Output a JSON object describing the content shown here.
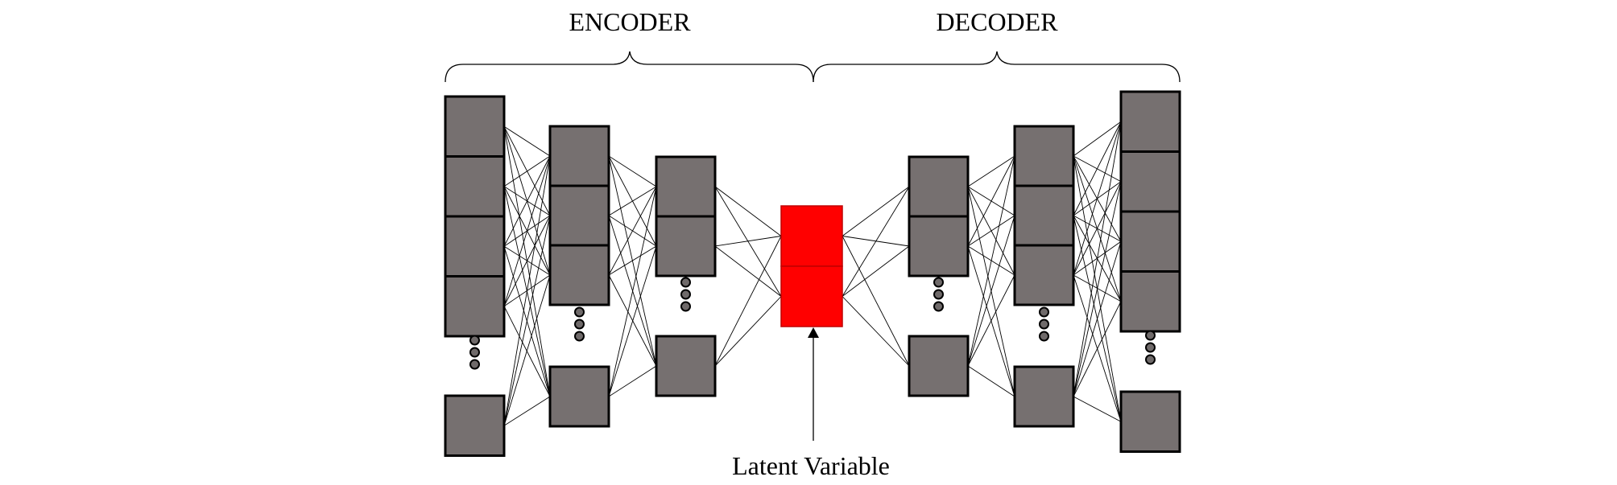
{
  "labels": {
    "encoder": "ENCODER",
    "decoder": "DECODER",
    "latent": "Latent Variable"
  },
  "colors": {
    "neuron_fill": "#767070",
    "neuron_stroke": "#000000",
    "latent_fill": "#ff0000",
    "latent_stroke": "#c00000",
    "connection": "#000000",
    "ellipsis_dot": "#6f6a6a"
  }
}
